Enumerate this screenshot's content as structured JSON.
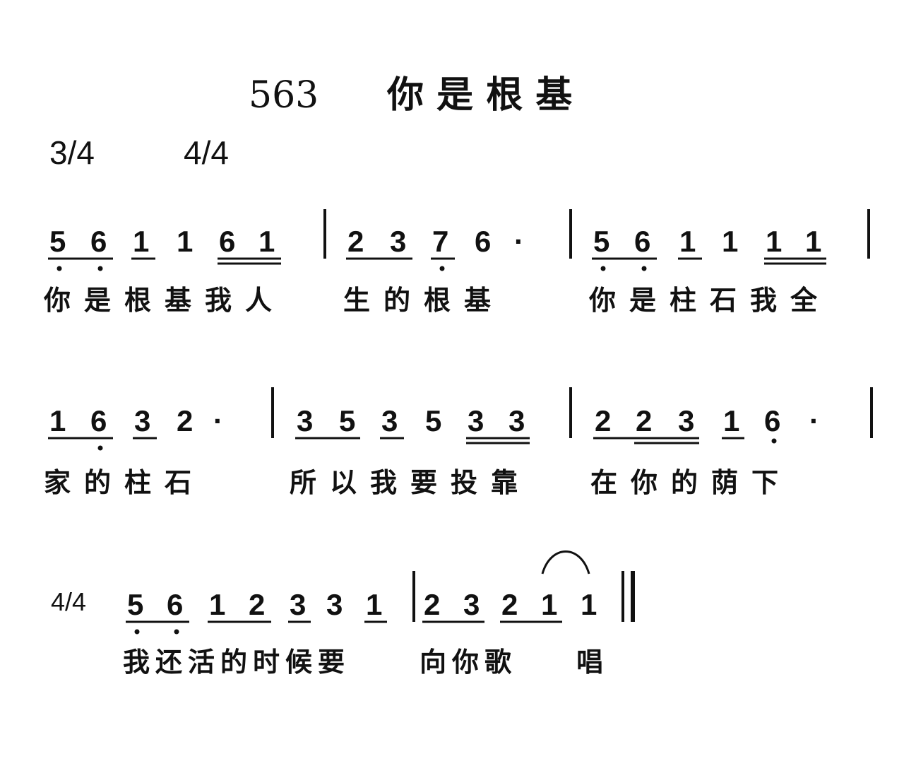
{
  "title": {
    "number": "563",
    "text": "你 是 根 基"
  },
  "meters": {
    "first": "3/4",
    "second": "4/4",
    "line3": "4/4"
  },
  "line1": {
    "notes": [
      "5",
      "6",
      "1",
      "1",
      "6",
      "1",
      "2",
      "3",
      "7",
      "6",
      "·",
      "5",
      "6",
      "1",
      "1",
      "1",
      "1"
    ],
    "lyrics": [
      "你是根基我人",
      "生的根基",
      "你是柱石我全"
    ]
  },
  "line2": {
    "notes": [
      "1",
      "6",
      "3",
      "2",
      "·",
      "3",
      "5",
      "3",
      "5",
      "3",
      "3",
      "2",
      "2",
      "3",
      "1",
      "6",
      "·"
    ],
    "lyrics": [
      "家的柱石",
      "所以我要投靠",
      "在你的荫下"
    ]
  },
  "line3": {
    "notes": [
      "5",
      "6",
      "1",
      "2",
      "3",
      "3",
      "1",
      "2",
      "3",
      "2",
      "1",
      "1"
    ],
    "lyrics": [
      "我还活的时候要",
      "向你歌",
      "唱"
    ]
  }
}
